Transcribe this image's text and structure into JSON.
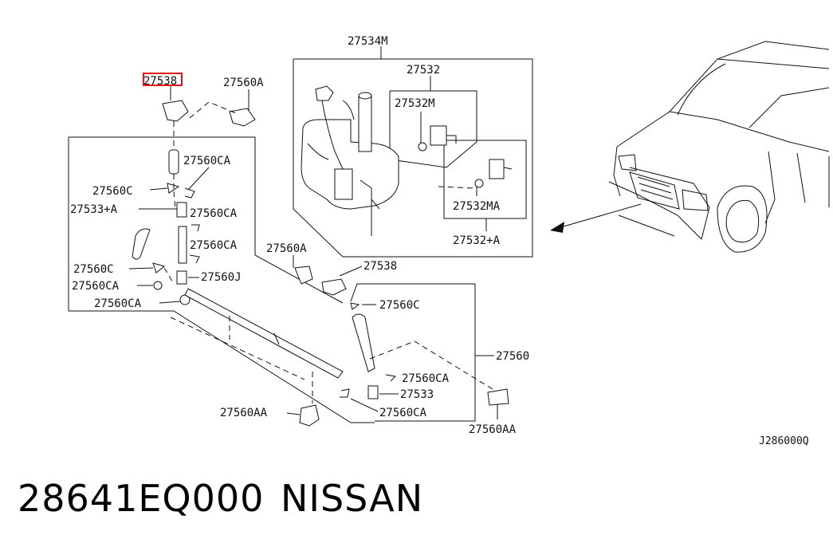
{
  "diagram": {
    "figure_code": "J286000Q",
    "labels": {
      "l_27534M": "27534M",
      "l_27532": "27532",
      "l_27532M": "27532M",
      "l_27532MA": "27532MA",
      "l_27532plusA": "27532+A",
      "l_2753x_highlight": "27538",
      "l_27560A_top": "27560A",
      "l_27560CA_1": "27560CA",
      "l_27560C_1": "27560C",
      "l_27533plusA": "27533+A",
      "l_27560CA_2": "27560CA",
      "l_27560CA_3": "27560CA",
      "l_27560C_2": "27560C",
      "l_27560J": "27560J",
      "l_27560CA_4": "27560CA",
      "l_27560CA_5": "27560CA",
      "l_27560A_mid": "27560A",
      "l_27538": "27538",
      "l_27560C_3": "27560C",
      "l_27560": "27560",
      "l_27560CA_6": "27560CA",
      "l_27533": "27533",
      "l_27560CA_7": "27560CA",
      "l_27560AA_left": "27560AA",
      "l_27560AA_right": "27560AA"
    },
    "highlight_color": "#e8141c"
  },
  "footer": {
    "part_number": "28641EQ000",
    "brand": "NISSAN"
  }
}
